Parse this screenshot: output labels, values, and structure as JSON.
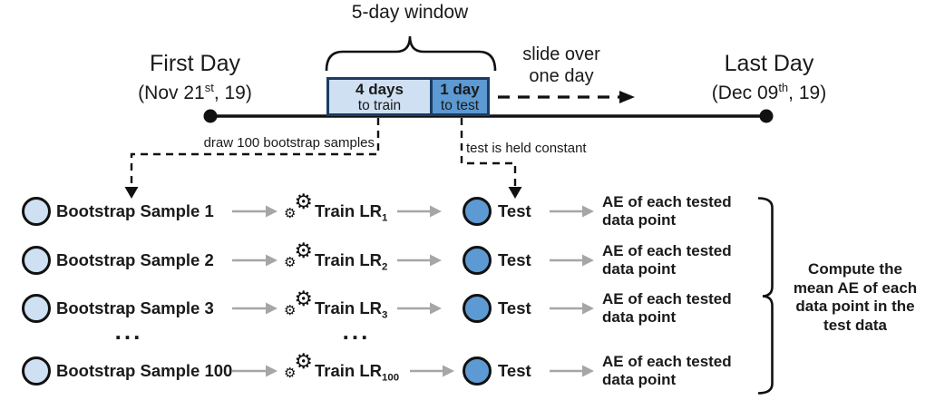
{
  "header": {
    "window_label": "5-day window",
    "first_day": {
      "title": "First Day",
      "date_pre": "(Nov 21",
      "date_sup": "st",
      "date_post": ", 19)"
    },
    "last_day": {
      "title": "Last Day",
      "date_pre": "(Dec 09",
      "date_sup": "th",
      "date_post": ", 19)"
    },
    "train_box": {
      "line1": "4 days",
      "line2": "to train"
    },
    "test_box": {
      "line1": "1 day",
      "line2": "to test"
    },
    "slide_label": {
      "line1": "slide over",
      "line2": "one day"
    },
    "draw_note": "draw 100 bootstrap samples",
    "held_note": "test is held constant"
  },
  "rows": [
    {
      "sample": "Bootstrap Sample 1",
      "train": "Train LR",
      "train_sub": "1",
      "test": "Test",
      "ae1": "AE of each tested",
      "ae2": "data point"
    },
    {
      "sample": "Bootstrap Sample 2",
      "train": "Train LR",
      "train_sub": "2",
      "test": "Test",
      "ae1": "AE of each tested",
      "ae2": "data point"
    },
    {
      "sample": "Bootstrap Sample 3",
      "train": "Train LR",
      "train_sub": "3",
      "test": "Test",
      "ae1": "AE of each tested",
      "ae2": "data point"
    },
    {
      "sample": "Bootstrap Sample 100",
      "train": "Train LR",
      "train_sub": "100",
      "test": "Test",
      "ae1": "AE of each tested",
      "ae2": "data point"
    }
  ],
  "ellipsis": "...",
  "aggregate": {
    "line1": "Compute the",
    "line2": "mean AE of each",
    "line3": "data point in the",
    "line4": "test data"
  },
  "icons": {
    "gear": "⚙"
  },
  "colors": {
    "light_blue": "#cfe0f2",
    "medium_blue": "#5d99d2",
    "border_navy": "#1b3c63",
    "arrow_gray": "#a6a6a6"
  }
}
